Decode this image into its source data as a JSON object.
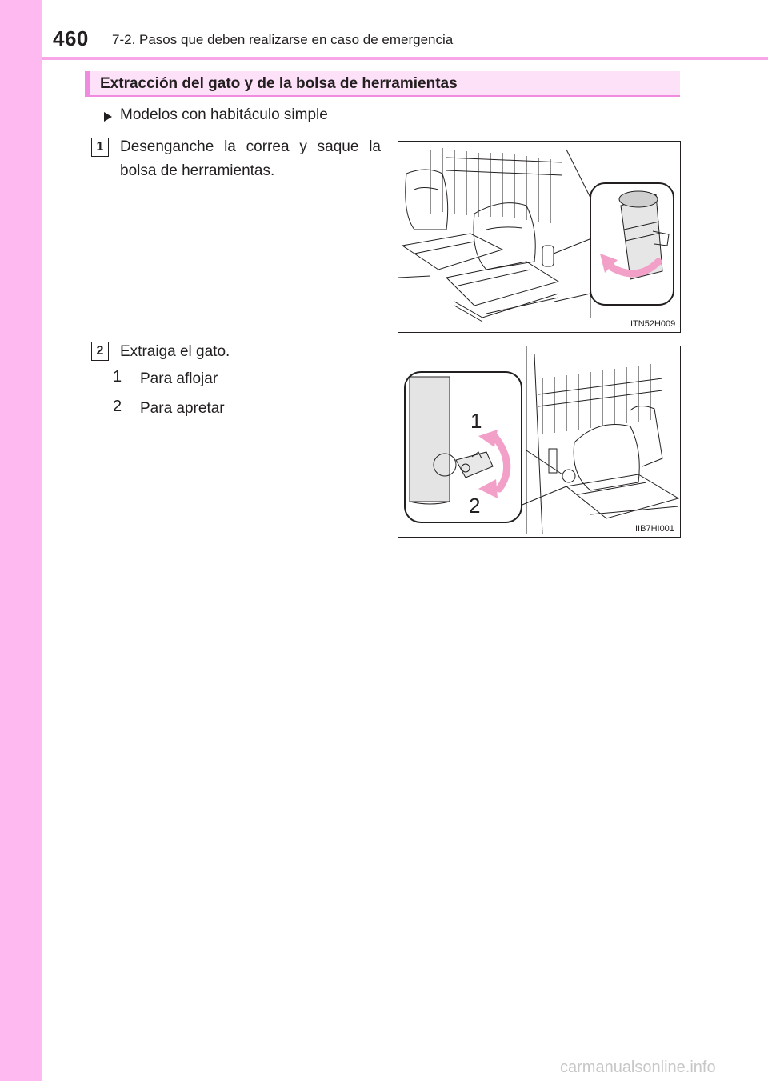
{
  "header": {
    "page_number": "460",
    "chapter_title": "7-2. Pasos que deben realizarse en caso de emergencia"
  },
  "section": {
    "title": "Extracción del gato y de la bolsa de herramientas",
    "subheading": "Modelos con habitáculo simple"
  },
  "steps": [
    {
      "number": "1",
      "text": "Desenganche la correa y saque la bolsa de herramientas.",
      "figure_code": "ITN52H009"
    },
    {
      "number": "2",
      "text": "Extraiga el gato.",
      "figure_code": "IIB7HI001",
      "callouts": [
        {
          "number": "1",
          "text": "Para aflojar"
        },
        {
          "number": "2",
          "text": "Para apretar"
        }
      ]
    }
  ],
  "colors": {
    "accent_pink": "#f08ce0",
    "side_strip": "#fdb9f0",
    "section_fill": "#fce1f8",
    "arrow_pink": "#f2a0c8",
    "text": "#231f20"
  },
  "icons": {
    "bullet": "triangle-right-icon",
    "rotate_arrow": "curved-arrow-icon"
  },
  "footer_watermark": "carmanualsonline.info"
}
